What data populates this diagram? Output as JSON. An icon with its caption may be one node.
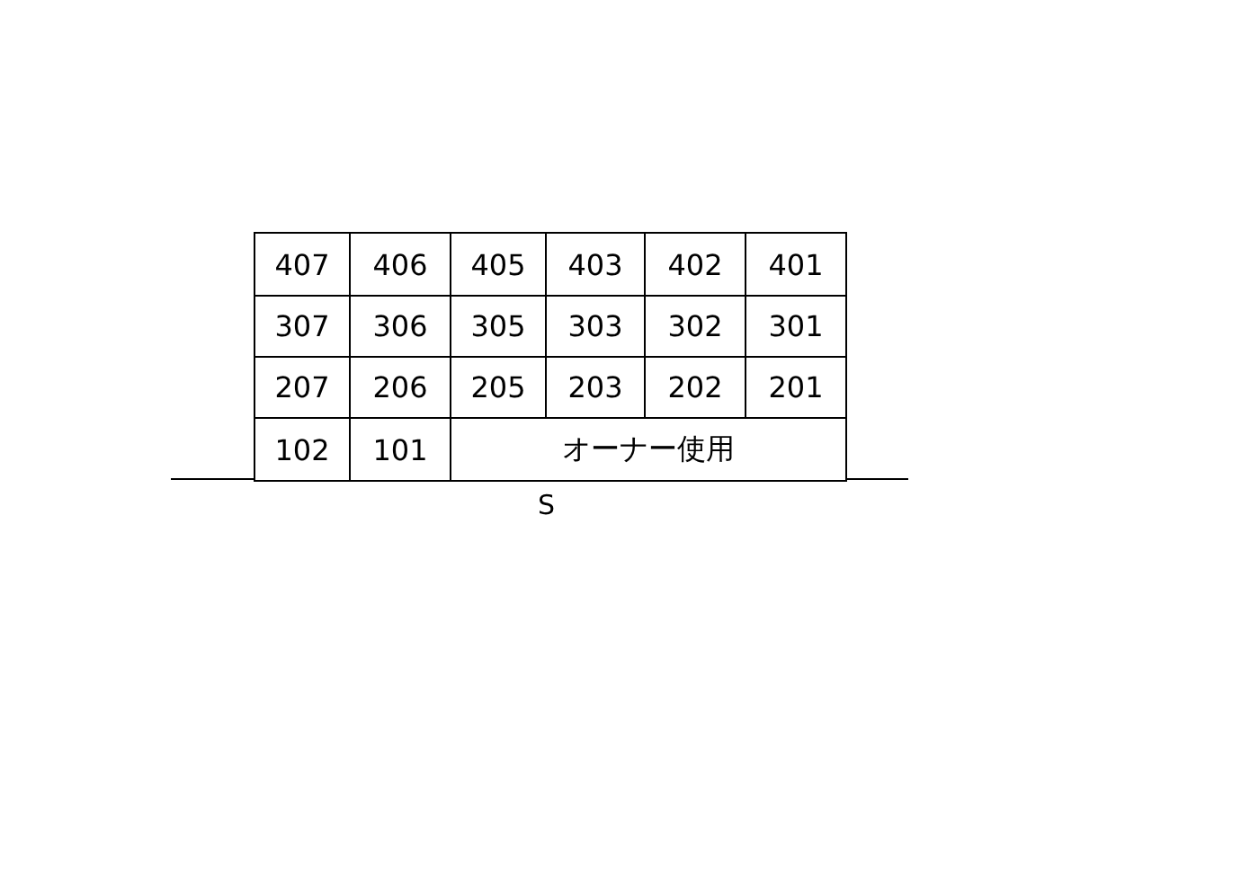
{
  "diagram": {
    "nodes": [
      {
        "text": [
          "407"
        ]
      },
      {
        "text": [
          "406"
        ]
      },
      {
        "text": [
          "405"
        ]
      },
      {
        "text": [
          "403"
        ]
      },
      {
        "text": [
          "402"
        ]
      },
      {
        "text": [
          "401"
        ]
      },
      {
        "text": [
          "307"
        ]
      },
      {
        "text": [
          "306"
        ]
      },
      {
        "text": [
          "305"
        ]
      },
      {
        "text": [
          "303"
        ]
      },
      {
        "text": [
          "302"
        ]
      },
      {
        "text": [
          "301"
        ]
      },
      {
        "text": [
          "207"
        ]
      },
      {
        "text": [
          "206"
        ]
      },
      {
        "text": [
          "205"
        ]
      },
      {
        "text": [
          "203"
        ]
      },
      {
        "text": [
          "202"
        ]
      },
      {
        "text": [
          "201"
        ]
      },
      {
        "text": [
          "102"
        ]
      },
      {
        "text": [
          "101"
        ]
      },
      {
        "text": [
          "オーナー使用"
        ]
      }
    ],
    "labels": [
      "S"
    ]
  }
}
